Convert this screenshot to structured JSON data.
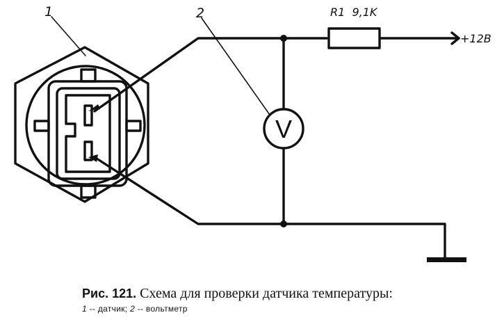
{
  "labels": {
    "sensor_number": "1",
    "voltmeter_number": "2",
    "resistor": "R1  9,1K",
    "supply": "+12В",
    "voltmeter_symbol": "V"
  },
  "caption": {
    "prefix": "Рис. 121.",
    "title": "Схема для проверки датчика температуры:",
    "legend": [
      {
        "num": "1",
        "text": "датчик;"
      },
      {
        "num": "2",
        "text": "вольтметр"
      }
    ],
    "dash": "--"
  }
}
